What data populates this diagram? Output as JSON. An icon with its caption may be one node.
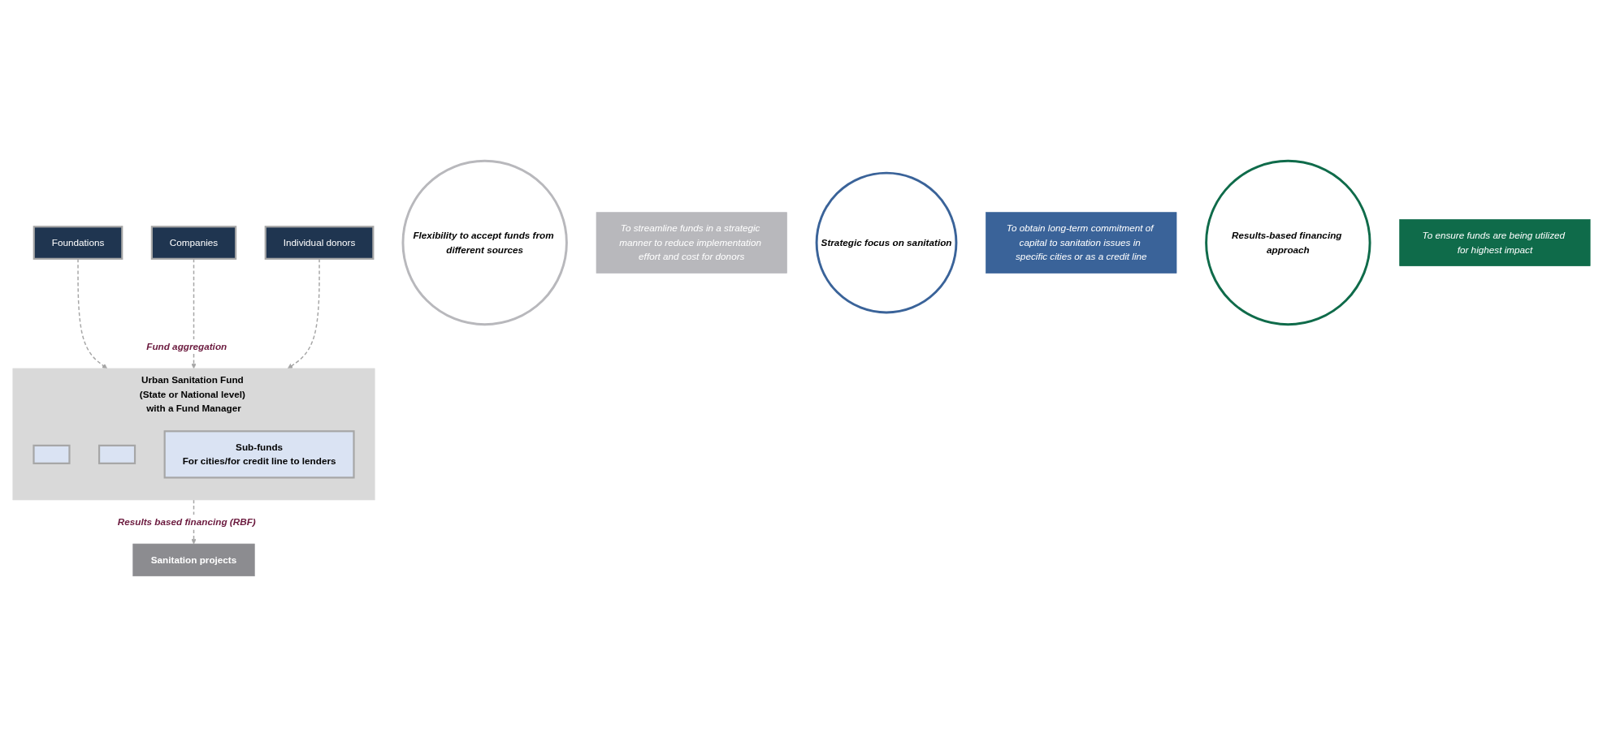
{
  "diagram": {
    "nodes": [
      {
        "text": [
          "Foundations"
        ]
      },
      {
        "text": [
          "Companies"
        ]
      },
      {
        "text": [
          "Individual donors"
        ]
      },
      {
        "text": [
          "Urban Sanitation Fund (State or National level) with a Fund Manager"
        ]
      },
      {
        "text": [],
        "shape": "box",
        "in": 3
      },
      {
        "text": [],
        "shape": "box",
        "in": 3
      },
      {
        "text": [
          "Sub-funds",
          "For cities/for credit line to lenders"
        ],
        "in": 3
      },
      {
        "text": [
          "Sanitation projects"
        ]
      },
      {
        "text": [
          "Flexibility to accept funds from different sources"
        ]
      },
      {
        "text": [
          "To streamline funds in a strategic manner to reduce implementation effort and cost for donors"
        ]
      },
      {
        "text": [
          "Strategic focus on sanitation"
        ]
      },
      {
        "text": [
          "To obtain long-term commitment of capital to sanitation issues in specific cities or as a credit line"
        ]
      },
      {
        "text": [
          "Results-based financing approach"
        ]
      },
      {
        "text": [
          "To ensure funds are being utilized for highest impact"
        ]
      }
    ],
    "edges": [
      {
        "from": 0,
        "to": 3,
        "arrow": "to",
        "style": "dashed"
      },
      {
        "from": 1,
        "to": 3,
        "arrow": "to",
        "style": "dashed",
        "label": "Fund aggregation"
      },
      {
        "from": 2,
        "to": 3,
        "arrow": "to",
        "style": "dashed"
      },
      {
        "from": 3,
        "to": 7,
        "arrow": "to",
        "style": "dashed",
        "label": "Results based financing (RBF)"
      }
    ]
  }
}
